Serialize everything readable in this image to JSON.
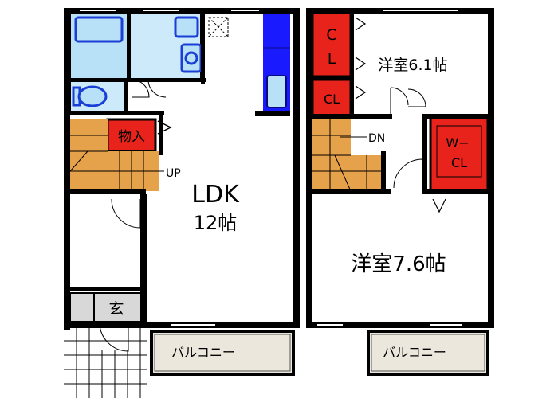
{
  "floor_plan": {
    "rooms": {
      "ldk": {
        "name": "LDK",
        "size": "12帖"
      },
      "western_room_1": {
        "name": "洋室6.1帖"
      },
      "western_room_2": {
        "name": "洋室7.6帖"
      },
      "entrance": {
        "name": "玄"
      },
      "storage": {
        "name": "物入"
      },
      "closet_1": {
        "name_line1": "C",
        "name_line2": "L"
      },
      "closet_2": {
        "name": "CL"
      },
      "walk_in_closet": {
        "name_line1": "W−",
        "name_line2": "CL"
      },
      "balcony_left": {
        "name": "バルコニー"
      },
      "balcony_right": {
        "name": "バルコニー"
      }
    },
    "stairs": {
      "up_label": "UP",
      "down_label": "DN"
    },
    "colors": {
      "wall": "#000000",
      "fixture_fill": "#b8e0f7",
      "fixture_stroke": "#1a3fd6",
      "kitchen_counter": "#1a1aff",
      "closet_fill": "#e8231c",
      "stairs_fill": "#e6a24a",
      "balcony_fill": "#ece7dd",
      "entrance_floor": "#cccccc"
    }
  }
}
